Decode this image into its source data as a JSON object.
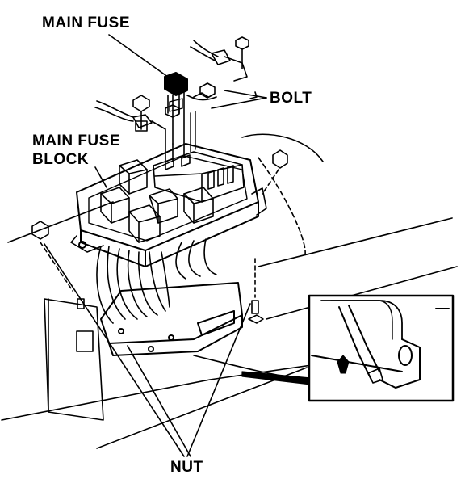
{
  "labels": {
    "main_fuse": "MAIN FUSE",
    "main_fuse_block_line1": "MAIN FUSE",
    "main_fuse_block_line2": "BLOCK",
    "bolt": "BOLT",
    "nut": "NUT"
  },
  "colors": {
    "ink": "#000000",
    "paper": "#ffffff"
  }
}
